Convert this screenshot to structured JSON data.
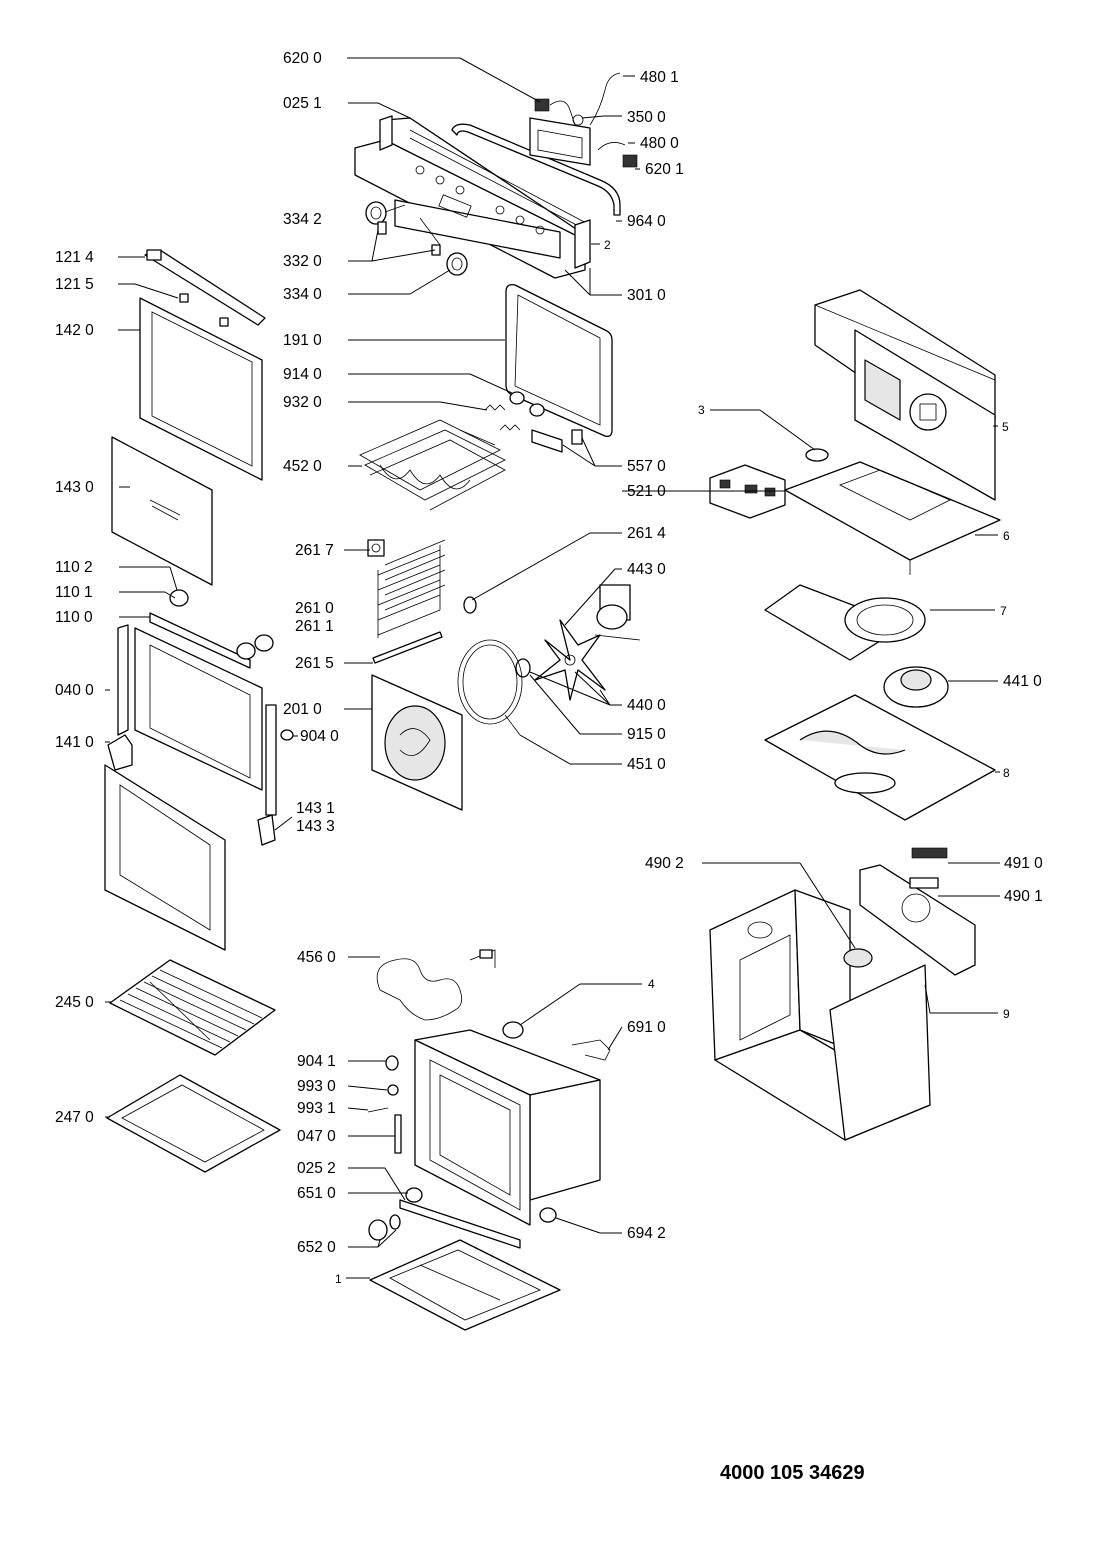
{
  "labels": {
    "l6200": "620 0",
    "l4801": "480 1",
    "l0251": "025 1",
    "l3500": "350 0",
    "l4800": "480 0",
    "l6201": "620 1",
    "l3342": "334 2",
    "l9640": "964 0",
    "l2": "2",
    "l1214": "121 4",
    "l3320": "332 0",
    "l1215": "121 5",
    "l3340": "334 0",
    "l3010": "301 0",
    "l1420": "142 0",
    "l1910": "191 0",
    "l9140": "914 0",
    "l9320": "932 0",
    "l3": "3",
    "l5": "5",
    "l4520": "452 0",
    "l5570": "557 0",
    "l5210": "521 0",
    "l1430": "143 0",
    "l6": "6",
    "l2617": "261 7",
    "l2614": "261 4",
    "l4430": "443 0",
    "l1102": "110 2",
    "l2610": "261 0",
    "l2611": "261 1",
    "l1101": "110 1",
    "l7": "7",
    "l1100": "110 0",
    "l2615": "261 5",
    "l0400": "040 0",
    "l4410": "441 0",
    "l4400": "440 0",
    "l2010": "201 0",
    "l9040": "904 0",
    "l1410": "141 0",
    "l9150": "915 0",
    "l4510": "451 0",
    "l8": "8",
    "l1431": "143 1",
    "l1433": "143 3",
    "l4902": "490 2",
    "l4910": "491 0",
    "l4901": "490 1",
    "l4560": "456 0",
    "l4": "4",
    "l2450": "245 0",
    "l9": "9",
    "l6910": "691 0",
    "l9041": "904 1",
    "l9930": "993 0",
    "l9931": "993 1",
    "l2470": "247 0",
    "l0470": "047 0",
    "l0252": "025 2",
    "l6510": "651 0",
    "l6520": "652 0",
    "l6942": "694 2",
    "l1": "1"
  },
  "document_number": "4000 105 34629"
}
